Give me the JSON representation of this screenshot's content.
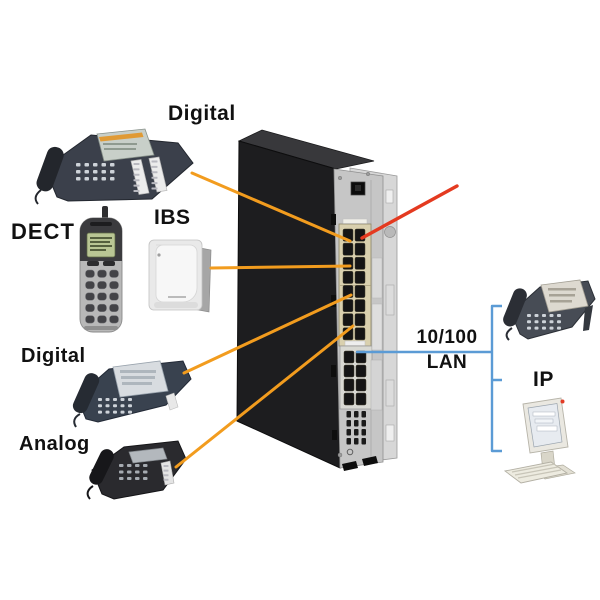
{
  "diagram": {
    "labels": {
      "digital_top": "Digital",
      "dect": "DECT",
      "ibs": "IBS",
      "digital_mid": "Digital",
      "analog": "Analog",
      "lan_speed": "10/100",
      "lan_name": "LAN",
      "ip": "IP"
    },
    "colors": {
      "background": "#ffffff",
      "extension_line": "#F29C1E",
      "trunk_line": "#E43A20",
      "lan_line": "#5B9BD5",
      "label_text": "#111111",
      "chassis_front": "#1d1d1f",
      "chassis_top": "#38383b",
      "panel_metal": "#c6c6c6",
      "panel_flange": "#d7d7d7",
      "port_frame": "#d9d0ae",
      "port_jack": "#151515"
    }
  }
}
